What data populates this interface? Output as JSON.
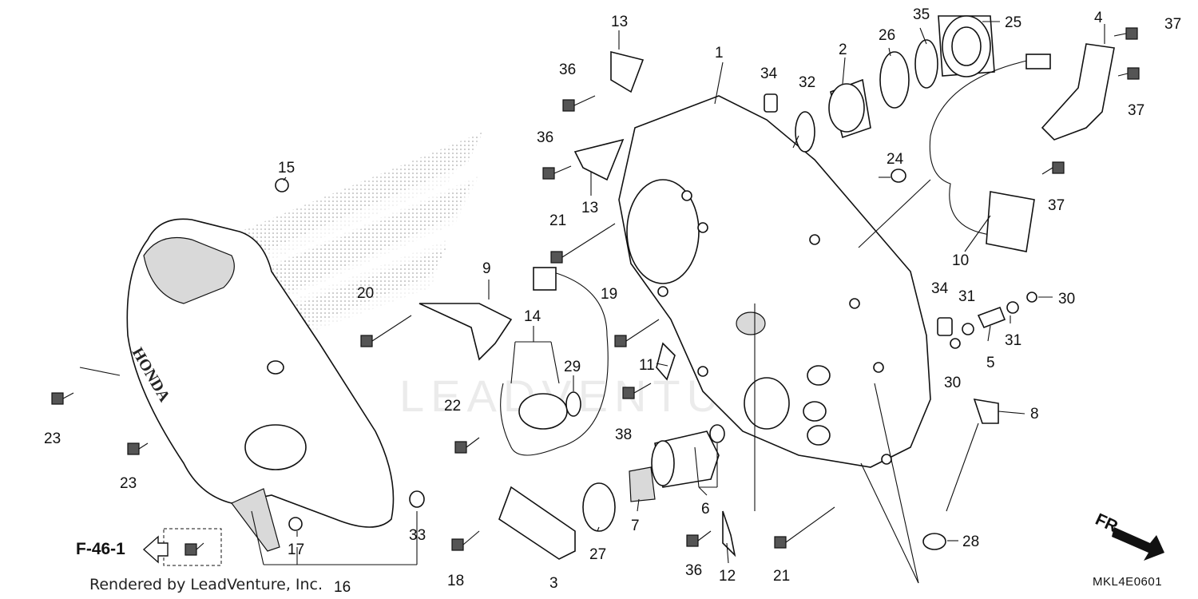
{
  "diagram": {
    "callouts": [
      "1",
      "2",
      "3",
      "4",
      "5",
      "6",
      "7",
      "8",
      "9",
      "10",
      "11",
      "12",
      "13",
      "13",
      "14",
      "15",
      "16",
      "17",
      "18",
      "19",
      "20",
      "21",
      "21",
      "22",
      "23",
      "23",
      "24",
      "25",
      "26",
      "27",
      "28",
      "29",
      "30",
      "30",
      "31",
      "31",
      "32",
      "33",
      "34",
      "34",
      "35",
      "36",
      "36",
      "36",
      "37",
      "37",
      "37",
      "38"
    ],
    "reference_label": "F-46-1",
    "direction_label": "FR.",
    "credit": "Rendered by LeadVenture, Inc.",
    "diagram_code": "MKL4E0601",
    "watermark": "LEADVENTURE"
  },
  "colors": {
    "line": "#111111",
    "shade": "#d9d9d9",
    "dot_pattern": "#9a9a9a",
    "background": "#ffffff"
  }
}
